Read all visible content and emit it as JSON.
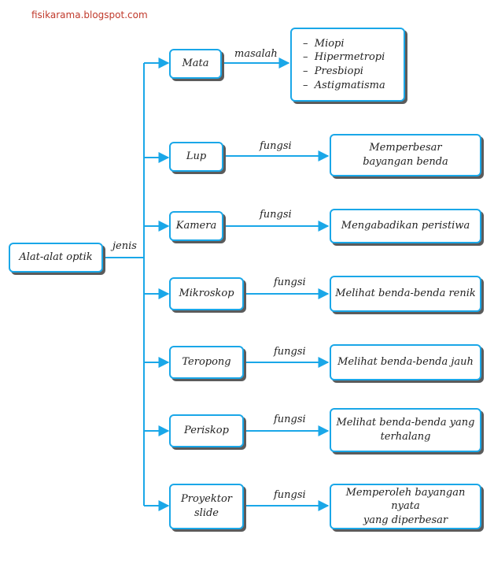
{
  "watermark": "fisikarama.blogspot.com",
  "root": "Alat-alat optik",
  "root_edge_label": "jenis",
  "accent_color": "#1aa7e8",
  "items": [
    {
      "name": "Mata",
      "relation": "masalah",
      "targets": [
        "Miopi",
        "Hipermetropi",
        "Presbiopi",
        "Astigmatisma"
      ]
    },
    {
      "name": "Lup",
      "relation": "fungsi",
      "target": "Memperbesar\nbayangan benda"
    },
    {
      "name": "Kamera",
      "relation": "fungsi",
      "target": "Mengabadikan peristiwa"
    },
    {
      "name": "Mikroskop",
      "relation": "fungsi",
      "target": "Melihat benda-benda renik"
    },
    {
      "name": "Teropong",
      "relation": "fungsi",
      "target": "Melihat benda-benda jauh"
    },
    {
      "name": "Periskop",
      "relation": "fungsi",
      "target": "Melihat benda-benda yang\nterhalang"
    },
    {
      "name": "Proyektor\nslide",
      "relation": "fungsi",
      "target": "Memperoleh bayangan nyata\nyang diperbesar"
    }
  ]
}
